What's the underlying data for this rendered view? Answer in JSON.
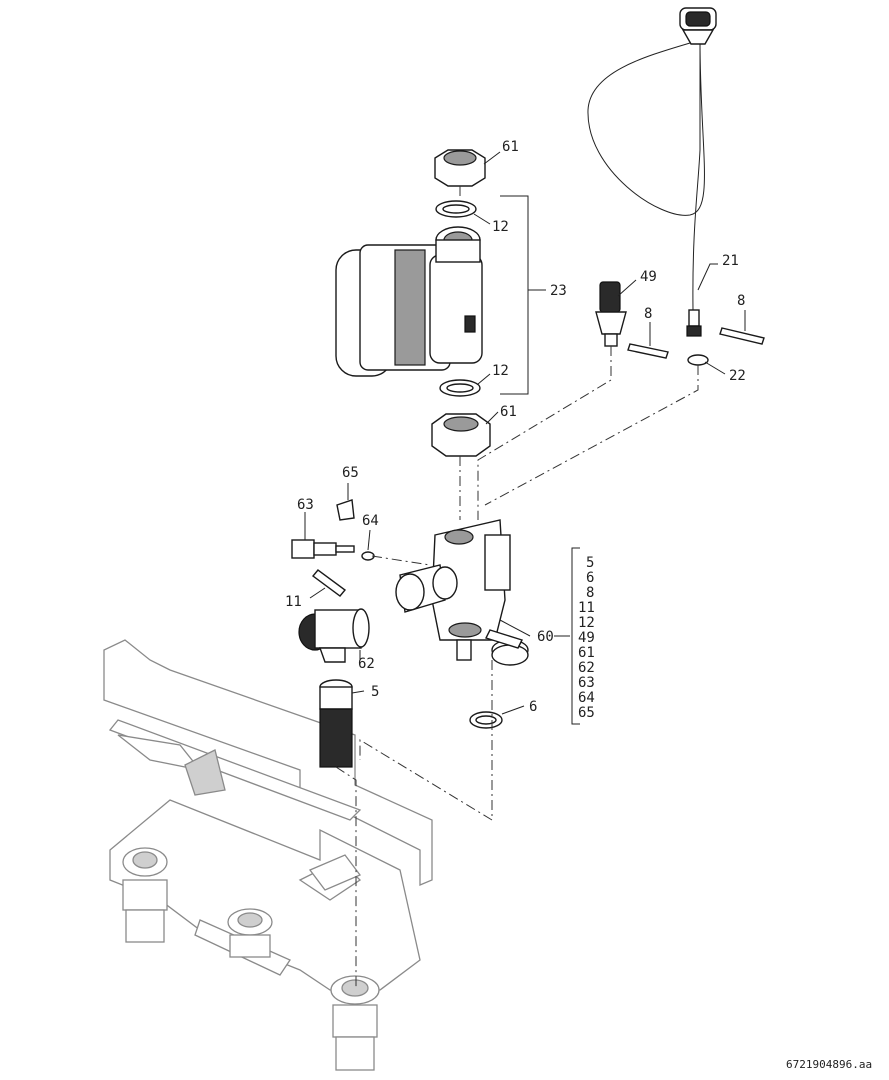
{
  "callouts": {
    "c61a": "61",
    "c12a": "12",
    "c23": "23",
    "c12b": "12",
    "c61b": "61",
    "c49": "49",
    "c21": "21",
    "c8a": "8",
    "c8b": "8",
    "c22": "22",
    "c65": "65",
    "c63": "63",
    "c64": "64",
    "c11": "11",
    "c62": "62",
    "c60": "60",
    "c5": "5",
    "c6": "6"
  },
  "group_60_items": [
    "5",
    "6",
    "8",
    "11",
    "12",
    "49",
    "61",
    "62",
    "63",
    "64",
    "65"
  ],
  "drawing_reference": "6721904896.aa"
}
